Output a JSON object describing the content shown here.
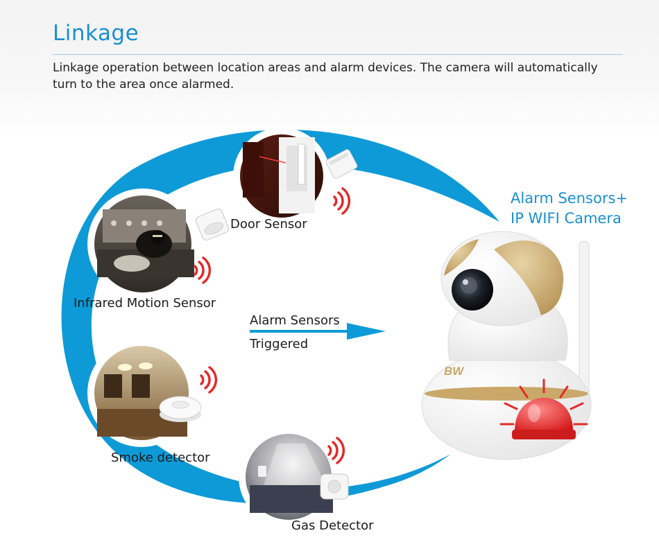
{
  "header": {
    "title": "Linkage",
    "description": "Linkage operation between location areas and alarm devices. The camera will automatically turn to the area once alarmed."
  },
  "sensors": {
    "door": {
      "label": "Door Sensor"
    },
    "infrared": {
      "label": "Infrared Motion Sensor"
    },
    "smoke": {
      "label": "Smoke detector"
    },
    "gas": {
      "label": "Gas Detector"
    }
  },
  "trigger": {
    "line1": "Alarm Sensors",
    "line2": "Triggered"
  },
  "camera": {
    "label_line1": "Alarm Sensors+",
    "label_line2": "IP WIFI Camera",
    "brand": "BW"
  },
  "colors": {
    "accent": "#1a8fd2",
    "arc_blue": "#0e9ad7",
    "alarm_red": "#e42a2a",
    "camera_gold": "#c9a86a"
  }
}
